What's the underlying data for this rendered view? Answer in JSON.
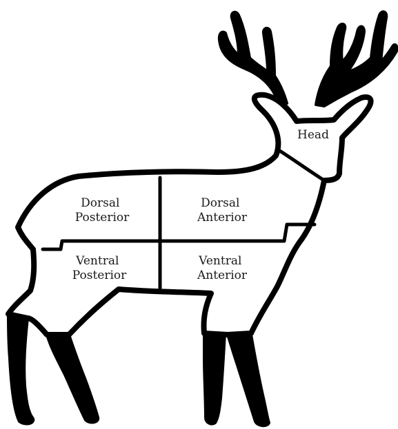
{
  "regions": {
    "head": "Head",
    "dorsal_posterior": [
      "Dorsal",
      "Posterior"
    ],
    "dorsal_anterior": [
      "Dorsal",
      "Anterior"
    ],
    "ventral_posterior": [
      "Ventral",
      "Posterior"
    ],
    "ventral_anterior": [
      "Ventral",
      "Anterior"
    ]
  },
  "colors": {
    "outline": "#000000",
    "fill": "#ffffff",
    "text": "#1a1a1a"
  }
}
